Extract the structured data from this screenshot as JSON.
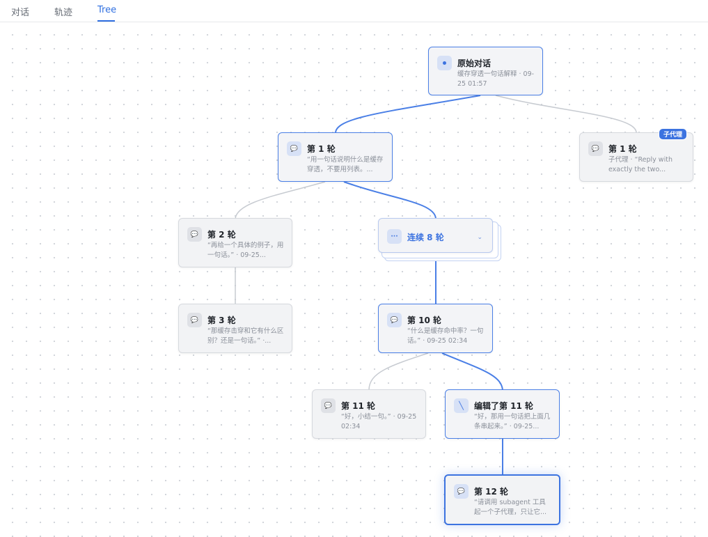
{
  "tabs": [
    {
      "label": "对话",
      "active": false
    },
    {
      "label": "轨迹",
      "active": false
    },
    {
      "label": "Tree",
      "active": true
    }
  ],
  "colors": {
    "accent": "#3c73e0",
    "edge_active": "#4a7fe6",
    "edge_inactive": "#c7cbd1"
  },
  "nodes": {
    "root": {
      "icon": "dot-icon",
      "title": "原始对话",
      "subtitle": "缓存穿透一句话解释 · 09-25 01:57"
    },
    "turn1": {
      "icon": "chat-bubble-icon",
      "title": "第 1 轮",
      "subtitle": "“用一句话说明什么是缓存穿透，不要用列表。..."
    },
    "subagent": {
      "icon": "chat-bubble-icon",
      "badge": "子代理",
      "title": "第 1 轮",
      "subtitle": "子代理 · “Reply with exactly the two..."
    },
    "turn2": {
      "icon": "chat-bubble-icon",
      "title": "第 2 轮",
      "subtitle": "“再给一个具体的例子，用一句话。” · 09-25..."
    },
    "collapsed": {
      "icon": "ellipsis-icon",
      "title": "连续 8 轮",
      "chevron": "⌄"
    },
    "turn3": {
      "icon": "chat-bubble-icon",
      "title": "第 3 轮",
      "subtitle": "“那缓存击穿和它有什么区别？还是一句话。” ·..."
    },
    "turn10": {
      "icon": "chat-bubble-icon",
      "title": "第 10 轮",
      "subtitle": "“什么是缓存命中率？一句话。” · 09-25 02:34"
    },
    "turn11": {
      "icon": "chat-bubble-icon",
      "title": "第 11 轮",
      "subtitle": "“好，小结一句。” · 09-25 02:34"
    },
    "edited11": {
      "icon": "pencil-icon",
      "title": "编辑了第 11 轮",
      "subtitle": "“好，那用一句话把上面几条串起来。” · 09-25..."
    },
    "turn12": {
      "icon": "chat-bubble-icon",
      "title": "第 12 轮",
      "subtitle": "“请调用 subagent 工具起一个子代理，只让它..."
    }
  }
}
